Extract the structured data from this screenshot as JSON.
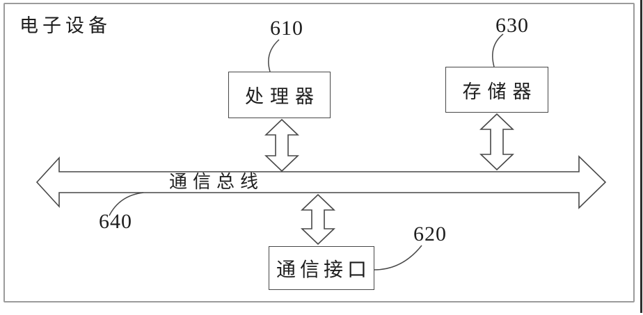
{
  "figure": {
    "title": "电子设备",
    "bus": {
      "label": "通信总线",
      "ref": "640"
    },
    "boxes": {
      "processor": {
        "label": "处理器",
        "ref": "610"
      },
      "memory": {
        "label": "存储器",
        "ref": "630"
      },
      "comm_interface": {
        "label": "通信接口",
        "ref": "620"
      }
    }
  },
  "colors": {
    "line": "#474747",
    "frame": "#9b9b9b",
    "text": "#1e1e1e",
    "background": "#ffffff"
  }
}
